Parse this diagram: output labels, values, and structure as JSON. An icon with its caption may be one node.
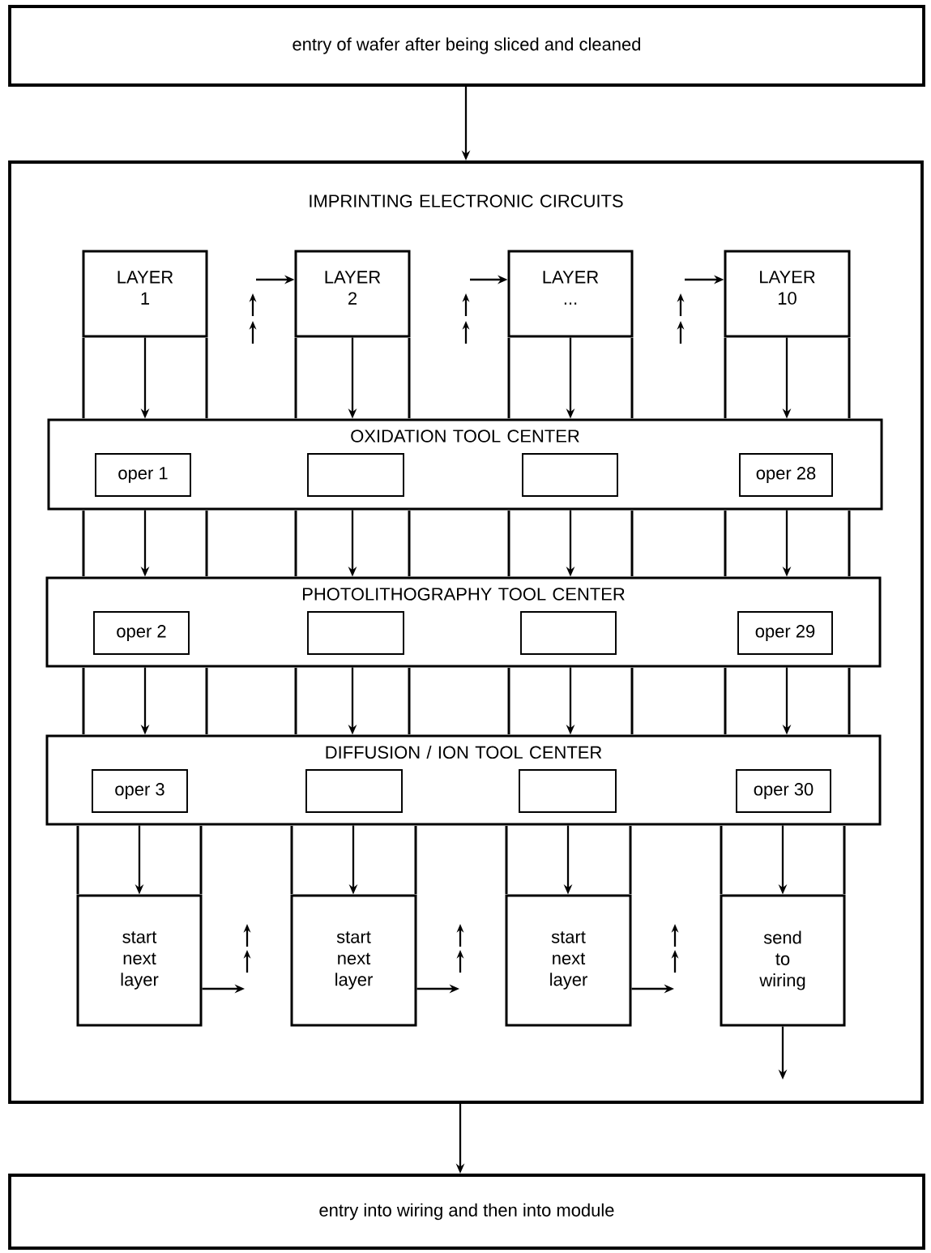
{
  "diagram": {
    "nodes": [
      {
        "text": [
          "entry of wafer after being sliced and cleaned"
        ]
      },
      {
        "text": [
          "IMPRINTING ELECTRONIC CIRCUITS"
        ]
      },
      {
        "text": [
          "LAYER 1"
        ],
        "in": 1
      },
      {
        "text": [
          "LAYER 2"
        ],
        "in": 1
      },
      {
        "text": [
          "LAYER ..."
        ],
        "in": 1
      },
      {
        "text": [
          "LAYER 10"
        ],
        "in": 1
      },
      {
        "text": [
          "OXIDATION TOOL CENTER"
        ],
        "in": 1
      },
      {
        "text": [
          "oper 1"
        ],
        "in": 6
      },
      {
        "text": [],
        "shape": "box",
        "in": 6
      },
      {
        "text": [],
        "shape": "box",
        "in": 6
      },
      {
        "text": [
          "oper 28"
        ],
        "in": 6
      },
      {
        "text": [
          "PHOTOLITHOGRAPHY TOOL CENTER"
        ],
        "in": 1
      },
      {
        "text": [
          "oper 2"
        ],
        "in": 11
      },
      {
        "text": [],
        "shape": "box",
        "in": 11
      },
      {
        "text": [],
        "shape": "box",
        "in": 11
      },
      {
        "text": [
          "oper 29"
        ],
        "in": 11
      },
      {
        "text": [
          "DIFFUSION / ION TOOL CENTER"
        ],
        "in": 1
      },
      {
        "text": [
          "oper 3"
        ],
        "in": 16
      },
      {
        "text": [],
        "shape": "box",
        "in": 16
      },
      {
        "text": [],
        "shape": "box",
        "in": 16
      },
      {
        "text": [
          "oper 30"
        ],
        "in": 16
      },
      {
        "text": [
          "start next layer"
        ],
        "in": 1
      },
      {
        "text": [
          "start next layer"
        ],
        "in": 1
      },
      {
        "text": [
          "start next layer"
        ],
        "in": 1
      },
      {
        "text": [
          "send to wiring"
        ],
        "in": 1
      },
      {
        "text": [
          "entry into wiring and then into module"
        ]
      }
    ],
    "edges": [
      {
        "from": 0,
        "to": 1,
        "arrow": "to"
      },
      {
        "from": 2,
        "to": 6,
        "arrow": "to"
      },
      {
        "from": 3,
        "to": 6,
        "arrow": "to"
      },
      {
        "from": 4,
        "to": 6,
        "arrow": "to"
      },
      {
        "from": 5,
        "to": 6,
        "arrow": "to"
      },
      {
        "from": 6,
        "to": 11,
        "arrow": "to"
      },
      {
        "from": 6,
        "to": 11,
        "arrow": "to"
      },
      {
        "from": 6,
        "to": 11,
        "arrow": "to"
      },
      {
        "from": 6,
        "to": 11,
        "arrow": "to"
      },
      {
        "from": 11,
        "to": 16,
        "arrow": "to"
      },
      {
        "from": 11,
        "to": 16,
        "arrow": "to"
      },
      {
        "from": 11,
        "to": 16,
        "arrow": "to"
      },
      {
        "from": 11,
        "to": 16,
        "arrow": "to"
      },
      {
        "from": 16,
        "to": 21,
        "arrow": "to"
      },
      {
        "from": 16,
        "to": 22,
        "arrow": "to"
      },
      {
        "from": 16,
        "to": 23,
        "arrow": "to"
      },
      {
        "from": 16,
        "to": 24,
        "arrow": "to"
      },
      {
        "from": null,
        "to": 3,
        "arrow": "to"
      },
      {
        "from": null,
        "to": 4,
        "arrow": "to"
      },
      {
        "from": null,
        "to": 5,
        "arrow": "to"
      },
      {
        "from": 21,
        "to": null,
        "arrow": "to"
      },
      {
        "from": 22,
        "to": null,
        "arrow": "to"
      },
      {
        "from": 23,
        "to": null,
        "arrow": "to"
      },
      {
        "from": 24,
        "to": null,
        "arrow": "to"
      },
      {
        "from": 1,
        "to": 25,
        "arrow": "to"
      }
    ]
  }
}
